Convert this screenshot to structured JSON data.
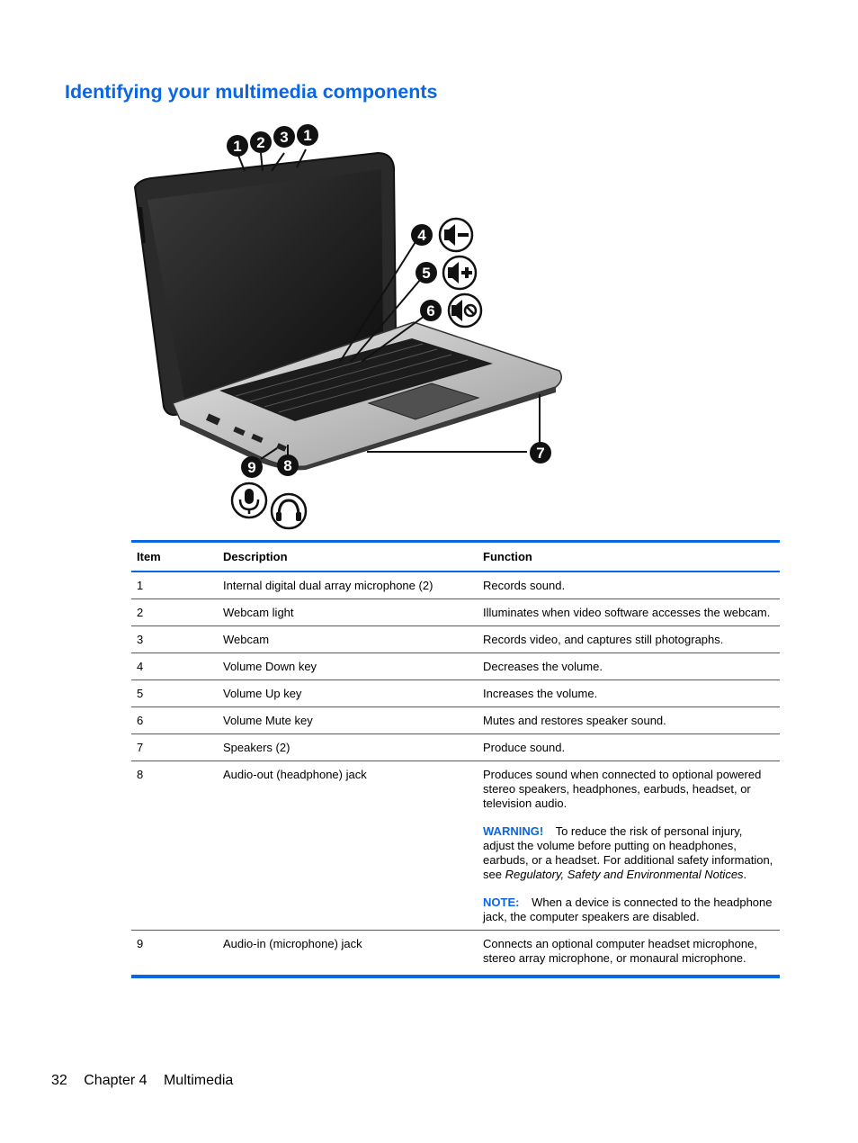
{
  "heading": "Identifying your multimedia components",
  "figure": {
    "callouts": [
      "1",
      "2",
      "3",
      "1",
      "4",
      "5",
      "6",
      "7",
      "8",
      "9"
    ],
    "icons": [
      "volume-down-icon",
      "volume-up-icon",
      "volume-mute-icon",
      "microphone-icon",
      "headphone-icon"
    ],
    "accent_color": "#0b66e4"
  },
  "table": {
    "headers": [
      "Item",
      "Description",
      "Function"
    ],
    "rows": [
      {
        "item": "1",
        "description": "Internal digital dual array microphone (2)",
        "function": "Records sound."
      },
      {
        "item": "2",
        "description": "Webcam light",
        "function": "Illuminates when video software accesses the webcam."
      },
      {
        "item": "3",
        "description": "Webcam",
        "function": "Records video, and captures still photographs."
      },
      {
        "item": "4",
        "description": "Volume Down key",
        "function": "Decreases the volume."
      },
      {
        "item": "5",
        "description": "Volume Up key",
        "function": "Increases the volume."
      },
      {
        "item": "6",
        "description": "Volume Mute key",
        "function": "Mutes and restores speaker sound."
      },
      {
        "item": "7",
        "description": "Speakers (2)",
        "function": "Produce sound."
      },
      {
        "item": "8",
        "description": "Audio-out (headphone) jack",
        "function": "Produces sound when connected to optional powered stereo speakers, headphones, earbuds, headset, or television audio.",
        "warning_label": "WARNING!",
        "warning_text": "To reduce the risk of personal injury, adjust the volume before putting on headphones, earbuds, or a headset. For additional safety information, see",
        "warning_ref": "Regulatory, Safety and Environmental Notices",
        "warning_end": ".",
        "note_label": "NOTE:",
        "note_text": "When a device is connected to the headphone jack, the computer speakers are disabled."
      },
      {
        "item": "9",
        "description": "Audio-in (microphone) jack",
        "function": "Connects an optional computer headset microphone, stereo array microphone, or monaural microphone."
      }
    ]
  },
  "footer": {
    "page_number": "32",
    "chapter": "Chapter 4",
    "section": "Multimedia"
  }
}
